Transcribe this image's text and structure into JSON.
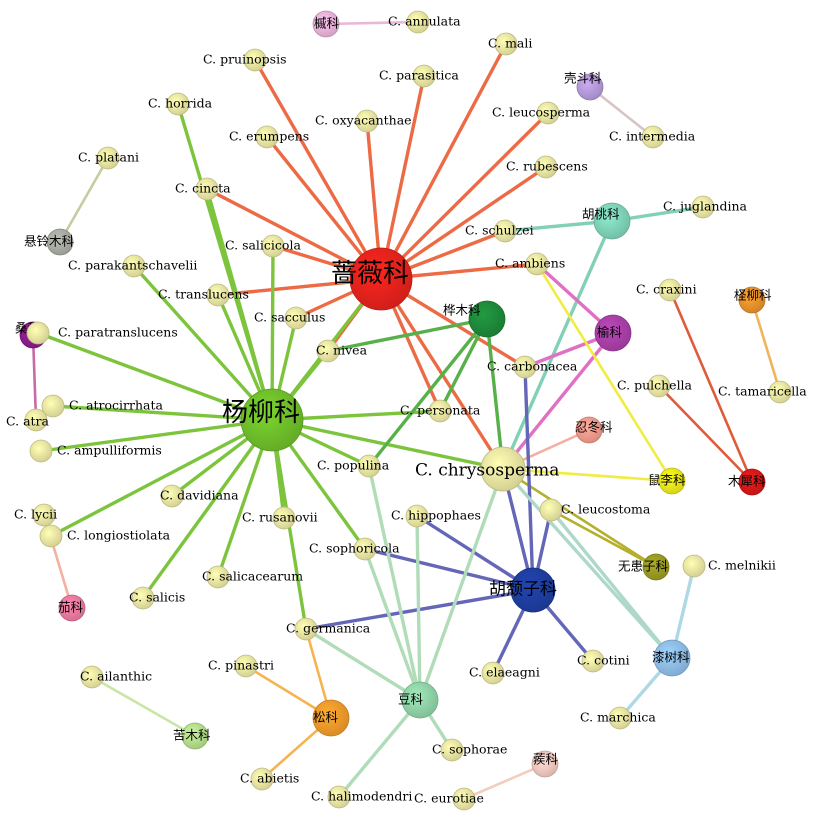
{
  "network": {
    "nodes": [
      {
        "id": "qiangwei",
        "label": "蔷薇科",
        "kind": "family",
        "color": "#e8221c",
        "size": "xl"
      },
      {
        "id": "yangliu",
        "label": "杨柳科",
        "kind": "family",
        "color": "#6fbf2a",
        "size": "xl"
      },
      {
        "id": "chrysosperma",
        "label": "C. chrysosperma",
        "kind": "species-hub",
        "color": "#ece7a2",
        "size": "lg"
      },
      {
        "id": "hutuizi",
        "label": "胡颓子科",
        "kind": "family",
        "color": "#1e3ea0",
        "size": "lg"
      },
      {
        "id": "huanmu",
        "label": "桦木科",
        "kind": "family",
        "color": "#1e8a3a",
        "size": "md"
      },
      {
        "id": "yu",
        "label": "榆科",
        "kind": "family",
        "color": "#a940a8",
        "size": "md"
      },
      {
        "id": "hutao",
        "label": "胡桃科",
        "kind": "family",
        "color": "#7fd3b8",
        "size": "md"
      },
      {
        "id": "dou",
        "label": "豆科",
        "kind": "family",
        "color": "#90d3a8",
        "size": "md"
      },
      {
        "id": "qishu",
        "label": "漆树科",
        "kind": "family",
        "color": "#8ebde8",
        "size": "md"
      },
      {
        "id": "song",
        "label": "松科",
        "kind": "family",
        "color": "#f39a2b",
        "size": "md"
      },
      {
        "id": "muxi",
        "label": "木犀科",
        "kind": "family",
        "color": "#d81818",
        "size": "sm"
      },
      {
        "id": "shuli",
        "label": "鼠李科",
        "kind": "family",
        "color": "#eeea1a",
        "size": "sm"
      },
      {
        "id": "wuhuanzi",
        "label": "无患子科",
        "kind": "family",
        "color": "#9a9a24",
        "size": "sm"
      },
      {
        "id": "rendong",
        "label": "忍冬科",
        "kind": "family",
        "color": "#f59a8c",
        "size": "sm"
      },
      {
        "id": "chengliu",
        "label": "柽柳科",
        "kind": "family",
        "color": "#e8922c",
        "size": "sm"
      },
      {
        "id": "sang",
        "label": "桑科",
        "kind": "family",
        "color": "#8c1c8c",
        "size": "sm"
      },
      {
        "id": "xuanlingmu",
        "label": "悬铃木科",
        "kind": "family",
        "color": "#a8aca4",
        "size": "sm"
      },
      {
        "id": "qie",
        "label": "茄科",
        "kind": "family",
        "color": "#ee7aa0",
        "size": "sm"
      },
      {
        "id": "kumu",
        "label": "苦木科",
        "kind": "family",
        "color": "#b4de8c",
        "size": "sm"
      },
      {
        "id": "qian",
        "label": "槭科",
        "kind": "family",
        "color": "#eab2d8",
        "size": "sm"
      },
      {
        "id": "kedou",
        "label": "壳斗科",
        "kind": "family",
        "color": "#b49ad8",
        "size": "sm"
      },
      {
        "id": "ji",
        "label": "蒺科",
        "kind": "family",
        "color": "#f4c8c0",
        "size": "sm"
      },
      {
        "id": "annulata",
        "label": "C. annulata",
        "kind": "species"
      },
      {
        "id": "mali",
        "label": "C. mali",
        "kind": "species"
      },
      {
        "id": "pruinopsis",
        "label": "C. pruinopsis",
        "kind": "species"
      },
      {
        "id": "parasitica",
        "label": "C. parasitica",
        "kind": "species"
      },
      {
        "id": "horrida",
        "label": "C. horrida",
        "kind": "species"
      },
      {
        "id": "oxyacanthae",
        "label": "C. oxyacanthae",
        "kind": "species"
      },
      {
        "id": "leucosperma",
        "label": "C. leucosperma",
        "kind": "species"
      },
      {
        "id": "erumpens",
        "label": "C. erumpens",
        "kind": "species"
      },
      {
        "id": "intermedia",
        "label": "C. intermedia",
        "kind": "species"
      },
      {
        "id": "platani",
        "label": "C. platani",
        "kind": "species"
      },
      {
        "id": "rubescens",
        "label": "C. rubescens",
        "kind": "species"
      },
      {
        "id": "cincta",
        "label": "C. cincta",
        "kind": "species"
      },
      {
        "id": "juglandina",
        "label": "C. juglandina",
        "kind": "species"
      },
      {
        "id": "schulzei",
        "label": "C. schulzei",
        "kind": "species"
      },
      {
        "id": "salicicola",
        "label": "C. salicicola",
        "kind": "species"
      },
      {
        "id": "parakantschavelii",
        "label": "C. parakantschavelii",
        "kind": "species"
      },
      {
        "id": "ambiens",
        "label": "C. ambiens",
        "kind": "species"
      },
      {
        "id": "craxini",
        "label": "C. craxini",
        "kind": "species"
      },
      {
        "id": "translucens",
        "label": "C. translucens",
        "kind": "species"
      },
      {
        "id": "sacculus",
        "label": "C. sacculus",
        "kind": "species"
      },
      {
        "id": "paratranslucens",
        "label": "C. paratranslucens",
        "kind": "species"
      },
      {
        "id": "nivea",
        "label": "C. nivea",
        "kind": "species"
      },
      {
        "id": "carbonacea",
        "label": "C. carbonacea",
        "kind": "species"
      },
      {
        "id": "pulchella",
        "label": "C. pulchella",
        "kind": "species"
      },
      {
        "id": "tamaricella",
        "label": "C. tamaricella",
        "kind": "species"
      },
      {
        "id": "atrocirrhata",
        "label": "C. atrocirrhata",
        "kind": "species"
      },
      {
        "id": "atra",
        "label": "C. atra",
        "kind": "species"
      },
      {
        "id": "personata",
        "label": "C. personata",
        "kind": "species"
      },
      {
        "id": "ampulliformis",
        "label": "C. ampulliformis",
        "kind": "species"
      },
      {
        "id": "populina",
        "label": "C. populina",
        "kind": "species"
      },
      {
        "id": "davidiana",
        "label": "C. davidiana",
        "kind": "species"
      },
      {
        "id": "hippophaes",
        "label": "C. hippophaes",
        "kind": "species"
      },
      {
        "id": "leucostoma",
        "label": "C. leucostoma",
        "kind": "species"
      },
      {
        "id": "lycii",
        "label": "C. lycii",
        "kind": "species"
      },
      {
        "id": "rusanovii",
        "label": "C. rusanovii",
        "kind": "species"
      },
      {
        "id": "longiostiolata",
        "label": "C. longiostiolata",
        "kind": "species"
      },
      {
        "id": "sophoricola",
        "label": "C. sophoricola",
        "kind": "species"
      },
      {
        "id": "melnikii",
        "label": "C. melnikii",
        "kind": "species"
      },
      {
        "id": "salicacearum",
        "label": "C. salicacearum",
        "kind": "species"
      },
      {
        "id": "salicis",
        "label": "C. salicis",
        "kind": "species"
      },
      {
        "id": "germanica",
        "label": "C. germanica",
        "kind": "species"
      },
      {
        "id": "pinastri",
        "label": "C. pinastri",
        "kind": "species"
      },
      {
        "id": "ailanthic",
        "label": "C. ailanthic",
        "kind": "species"
      },
      {
        "id": "elaeagni",
        "label": "C. elaeagni",
        "kind": "species"
      },
      {
        "id": "cotini",
        "label": "C. cotini",
        "kind": "species"
      },
      {
        "id": "marchica",
        "label": "C. marchica",
        "kind": "species"
      },
      {
        "id": "sophorae",
        "label": "C. sophorae",
        "kind": "species"
      },
      {
        "id": "abietis",
        "label": "C. abietis",
        "kind": "species"
      },
      {
        "id": "halimodendri",
        "label": "C. halimodendri",
        "kind": "species"
      },
      {
        "id": "eurotiae",
        "label": "C. eurotiae",
        "kind": "species"
      }
    ],
    "edges": [
      {
        "from": "qiangwei",
        "to": "mali",
        "color": "#ec6a44"
      },
      {
        "from": "qiangwei",
        "to": "parasitica",
        "color": "#ec6a44"
      },
      {
        "from": "qiangwei",
        "to": "pruinopsis",
        "color": "#ec6a44"
      },
      {
        "from": "qiangwei",
        "to": "oxyacanthae",
        "color": "#ec6a44"
      },
      {
        "from": "qiangwei",
        "to": "leucosperma",
        "color": "#ec6a44"
      },
      {
        "from": "qiangwei",
        "to": "erumpens",
        "color": "#ec6a44"
      },
      {
        "from": "qiangwei",
        "to": "rubescens",
        "color": "#ec6a44"
      },
      {
        "from": "qiangwei",
        "to": "cincta",
        "color": "#ec6a44"
      },
      {
        "from": "qiangwei",
        "to": "schulzei",
        "color": "#ec6a44"
      },
      {
        "from": "qiangwei",
        "to": "salicicola",
        "color": "#ec6a44"
      },
      {
        "from": "qiangwei",
        "to": "ambiens",
        "color": "#ec6a44"
      },
      {
        "from": "qiangwei",
        "to": "translucens",
        "color": "#ec6a44"
      },
      {
        "from": "qiangwei",
        "to": "nivea",
        "color": "#ec6a44"
      },
      {
        "from": "qiangwei",
        "to": "carbonacea",
        "color": "#ec6a44"
      },
      {
        "from": "qiangwei",
        "to": "personata",
        "color": "#ec6a44"
      },
      {
        "from": "qiangwei",
        "to": "chrysosperma",
        "color": "#ec6a44"
      },
      {
        "from": "qiangwei",
        "to": "sacculus",
        "color": "#ec6a44"
      },
      {
        "from": "yangliu",
        "to": "horrida",
        "color": "#7cc43c"
      },
      {
        "from": "yangliu",
        "to": "cincta",
        "color": "#7cc43c"
      },
      {
        "from": "yangliu",
        "to": "salicicola",
        "color": "#7cc43c"
      },
      {
        "from": "yangliu",
        "to": "parakantschavelii",
        "color": "#7cc43c"
      },
      {
        "from": "yangliu",
        "to": "translucens",
        "color": "#7cc43c"
      },
      {
        "from": "yangliu",
        "to": "sacculus",
        "color": "#7cc43c"
      },
      {
        "from": "yangliu",
        "to": "paratranslucens",
        "color": "#7cc43c"
      },
      {
        "from": "yangliu",
        "to": "nivea",
        "color": "#7cc43c"
      },
      {
        "from": "yangliu",
        "to": "atrocirrhata",
        "color": "#7cc43c"
      },
      {
        "from": "yangliu",
        "to": "ampulliformis",
        "color": "#7cc43c"
      },
      {
        "from": "yangliu",
        "to": "davidiana",
        "color": "#7cc43c"
      },
      {
        "from": "yangliu",
        "to": "longiostiolata",
        "color": "#7cc43c"
      },
      {
        "from": "yangliu",
        "to": "rusanovii",
        "color": "#7cc43c"
      },
      {
        "from": "yangliu",
        "to": "salicacearum",
        "color": "#7cc43c"
      },
      {
        "from": "yangliu",
        "to": "salicis",
        "color": "#7cc43c"
      },
      {
        "from": "yangliu",
        "to": "sophoricola",
        "color": "#7cc43c"
      },
      {
        "from": "yangliu",
        "to": "germanica",
        "color": "#7cc43c"
      },
      {
        "from": "yangliu",
        "to": "populina",
        "color": "#7cc43c"
      },
      {
        "from": "yangliu",
        "to": "personata",
        "color": "#7cc43c"
      },
      {
        "from": "yangliu",
        "to": "chrysosperma",
        "color": "#7cc43c"
      },
      {
        "from": "yangliu",
        "to": "qiangwei",
        "color": "#7cc43c"
      },
      {
        "from": "huanmu",
        "to": "nivea",
        "color": "#58b04a"
      },
      {
        "from": "huanmu",
        "to": "populina",
        "color": "#58b04a"
      },
      {
        "from": "huanmu",
        "to": "chrysosperma",
        "color": "#58b04a"
      },
      {
        "from": "huanmu",
        "to": "personata",
        "color": "#58b04a"
      },
      {
        "from": "hutao",
        "to": "juglandina",
        "color": "#82d0b6"
      },
      {
        "from": "hutao",
        "to": "schulzei",
        "color": "#82d0b6"
      },
      {
        "from": "hutao",
        "to": "chrysosperma",
        "color": "#82d0b6"
      },
      {
        "from": "yu",
        "to": "ambiens",
        "color": "#e070c4"
      },
      {
        "from": "yu",
        "to": "carbonacea",
        "color": "#e070c4"
      },
      {
        "from": "yu",
        "to": "chrysosperma",
        "color": "#e070c4"
      },
      {
        "from": "muxi",
        "to": "craxini",
        "color": "#e05a3c"
      },
      {
        "from": "muxi",
        "to": "pulchella",
        "color": "#e05a3c"
      },
      {
        "from": "chengliu",
        "to": "tamaricella",
        "color": "#f0b45a"
      },
      {
        "from": "shuli",
        "to": "ambiens",
        "color": "#f0ec40"
      },
      {
        "from": "shuli",
        "to": "chrysosperma",
        "color": "#f0ec40"
      },
      {
        "from": "rendong",
        "to": "chrysosperma",
        "color": "#f3b0a0"
      },
      {
        "from": "wuhuanzi",
        "to": "leucostoma",
        "color": "#b4b02c"
      },
      {
        "from": "wuhuanzi",
        "to": "chrysosperma",
        "color": "#b4b02c"
      },
      {
        "from": "hutuizi",
        "to": "chrysosperma",
        "color": "#6466b8"
      },
      {
        "from": "hutuizi",
        "to": "hippophaes",
        "color": "#6466b8"
      },
      {
        "from": "hutuizi",
        "to": "leucostoma",
        "color": "#6466b8"
      },
      {
        "from": "hutuizi",
        "to": "sophoricola",
        "color": "#6466b8"
      },
      {
        "from": "hutuizi",
        "to": "germanica",
        "color": "#6466b8"
      },
      {
        "from": "hutuizi",
        "to": "elaeagni",
        "color": "#6466b8"
      },
      {
        "from": "hutuizi",
        "to": "cotini",
        "color": "#6466b8"
      },
      {
        "from": "hutuizi",
        "to": "carbonacea",
        "color": "#6466b8"
      },
      {
        "from": "qishu",
        "to": "chrysosperma",
        "color": "#aed8c8"
      },
      {
        "from": "qishu",
        "to": "melnikii",
        "color": "#aed8e6"
      },
      {
        "from": "qishu",
        "to": "marchica",
        "color": "#aed8e6"
      },
      {
        "from": "qishu",
        "to": "leucostoma",
        "color": "#aed8c8"
      },
      {
        "from": "dou",
        "to": "chrysosperma",
        "color": "#b0dcb8"
      },
      {
        "from": "dou",
        "to": "populina",
        "color": "#b0dcb8"
      },
      {
        "from": "dou",
        "to": "sophoricola",
        "color": "#b0dcb8"
      },
      {
        "from": "dou",
        "to": "hippophaes",
        "color": "#b0dcb8"
      },
      {
        "from": "dou",
        "to": "germanica",
        "color": "#b0dcb8"
      },
      {
        "from": "dou",
        "to": "sophorae",
        "color": "#b0dcb8"
      },
      {
        "from": "dou",
        "to": "halimodendri",
        "color": "#b0dcb8"
      },
      {
        "from": "song",
        "to": "germanica",
        "color": "#f5b450"
      },
      {
        "from": "song",
        "to": "pinastri",
        "color": "#f5b450"
      },
      {
        "from": "song",
        "to": "abietis",
        "color": "#f5b450"
      },
      {
        "from": "kumu",
        "to": "ailanthic",
        "color": "#c8e6a4"
      },
      {
        "from": "qian",
        "to": "annulata",
        "color": "#e8b8d8"
      },
      {
        "from": "kedou",
        "to": "intermedia",
        "color": "#d8c4c4"
      },
      {
        "from": "xuanlingmu",
        "to": "platani",
        "color": "#c4cca0"
      },
      {
        "from": "sang",
        "to": "atra",
        "color": "#c86aa6"
      },
      {
        "from": "qie",
        "to": "lycii",
        "color": "#f4b0a0"
      },
      {
        "from": "ji",
        "to": "eurotiae",
        "color": "#f4ccc0"
      }
    ]
  }
}
